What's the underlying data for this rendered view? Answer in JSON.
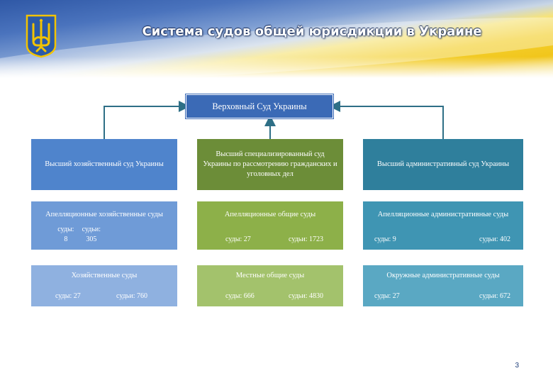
{
  "header": {
    "title": "Система судов общей юрисдикции в Украине"
  },
  "colors": {
    "line": "#2e6f86",
    "supreme": "#3b6ab6"
  },
  "supreme": {
    "name": "Верховный Суд Украины"
  },
  "columns": [
    {
      "high": "Высший хозяйственный суд Украины",
      "appeal": {
        "name": "Апелляционные хозяйственные суды",
        "courts": "суды: 8",
        "judges": "судьи: 305"
      },
      "local": {
        "name": "Хозяйственные суды",
        "courts": "суды: 27",
        "judges": "судьи: 760"
      }
    },
    {
      "high": "Высший специализированный суд Украины по рассмотрению гражданских и уголовных дел",
      "appeal": {
        "name": "Апелляционные общие суды",
        "courts": "суды: 27",
        "judges": "судьи: 1723"
      },
      "local": {
        "name": "Местные общие суды",
        "courts": "суды: 666",
        "judges": "судьи: 4830"
      }
    },
    {
      "high": "Высший административный суд Украины",
      "appeal": {
        "name": "Апелляционные административные суды",
        "courts": "суды: 9",
        "judges": "судьи: 402"
      },
      "local": {
        "name": "Окружные административные суды",
        "courts": "суды: 27",
        "judges": "судьи: 672"
      }
    }
  ],
  "page_number": "3"
}
